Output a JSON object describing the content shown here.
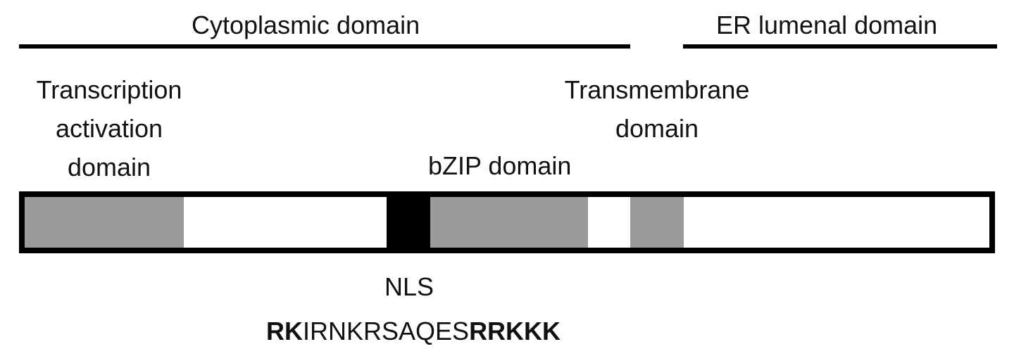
{
  "region_labels": {
    "cytoplasmic": "Cytoplasmic domain",
    "er_lumenal": "ER lumenal domain"
  },
  "domain_labels": {
    "transcription_activation": [
      "Transcription",
      "activation",
      "domain"
    ],
    "transmembrane": [
      "Transmembrane",
      "domain"
    ],
    "bzip": "bZIP domain",
    "nls": "NLS"
  },
  "nls_sequence": {
    "bold_start": "RK",
    "normal_middle": "IRNKRSAQES",
    "bold_end": "RRKKK"
  },
  "colors": {
    "domain_fill": "#9a9a9a",
    "nls_fill": "#000000",
    "outline": "#000000",
    "background": "#ffffff"
  }
}
